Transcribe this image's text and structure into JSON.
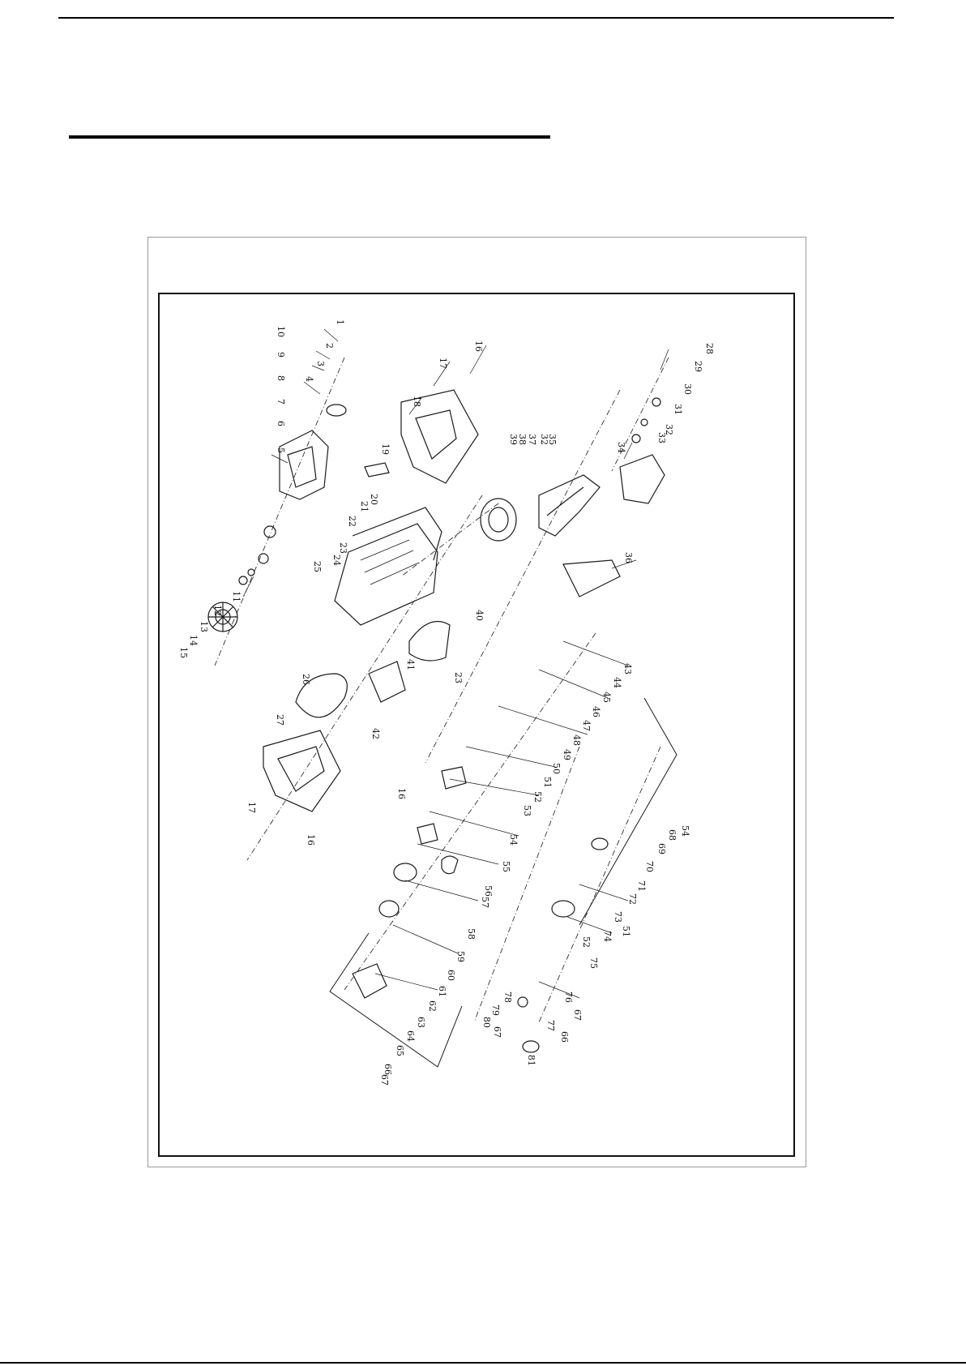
{
  "diagram": {
    "view": "exploded-parts-diagram",
    "rotation": "90deg-clockwise",
    "part_numbers": [
      "1",
      "2",
      "3",
      "4",
      "5",
      "6",
      "7",
      "8",
      "9",
      "10",
      "11",
      "12",
      "13",
      "14",
      "15",
      "16",
      "16",
      "16",
      "17",
      "17",
      "18",
      "19",
      "20",
      "21",
      "22",
      "23",
      "23",
      "24",
      "25",
      "26",
      "27",
      "28",
      "29",
      "30",
      "31",
      "32",
      "32",
      "33",
      "34",
      "35",
      "36",
      "37",
      "38",
      "39",
      "40",
      "41",
      "42",
      "43",
      "44",
      "45",
      "46",
      "47",
      "48",
      "49",
      "50",
      "51",
      "51",
      "52",
      "52",
      "53",
      "54",
      "54",
      "55",
      "56",
      "57",
      "58",
      "59",
      "60",
      "61",
      "62",
      "63",
      "64",
      "65",
      "66",
      "66",
      "67",
      "67",
      "67",
      "68",
      "69",
      "70",
      "71",
      "72",
      "73",
      "74",
      "75",
      "76",
      "77",
      "78",
      "79",
      "80",
      "81"
    ]
  }
}
